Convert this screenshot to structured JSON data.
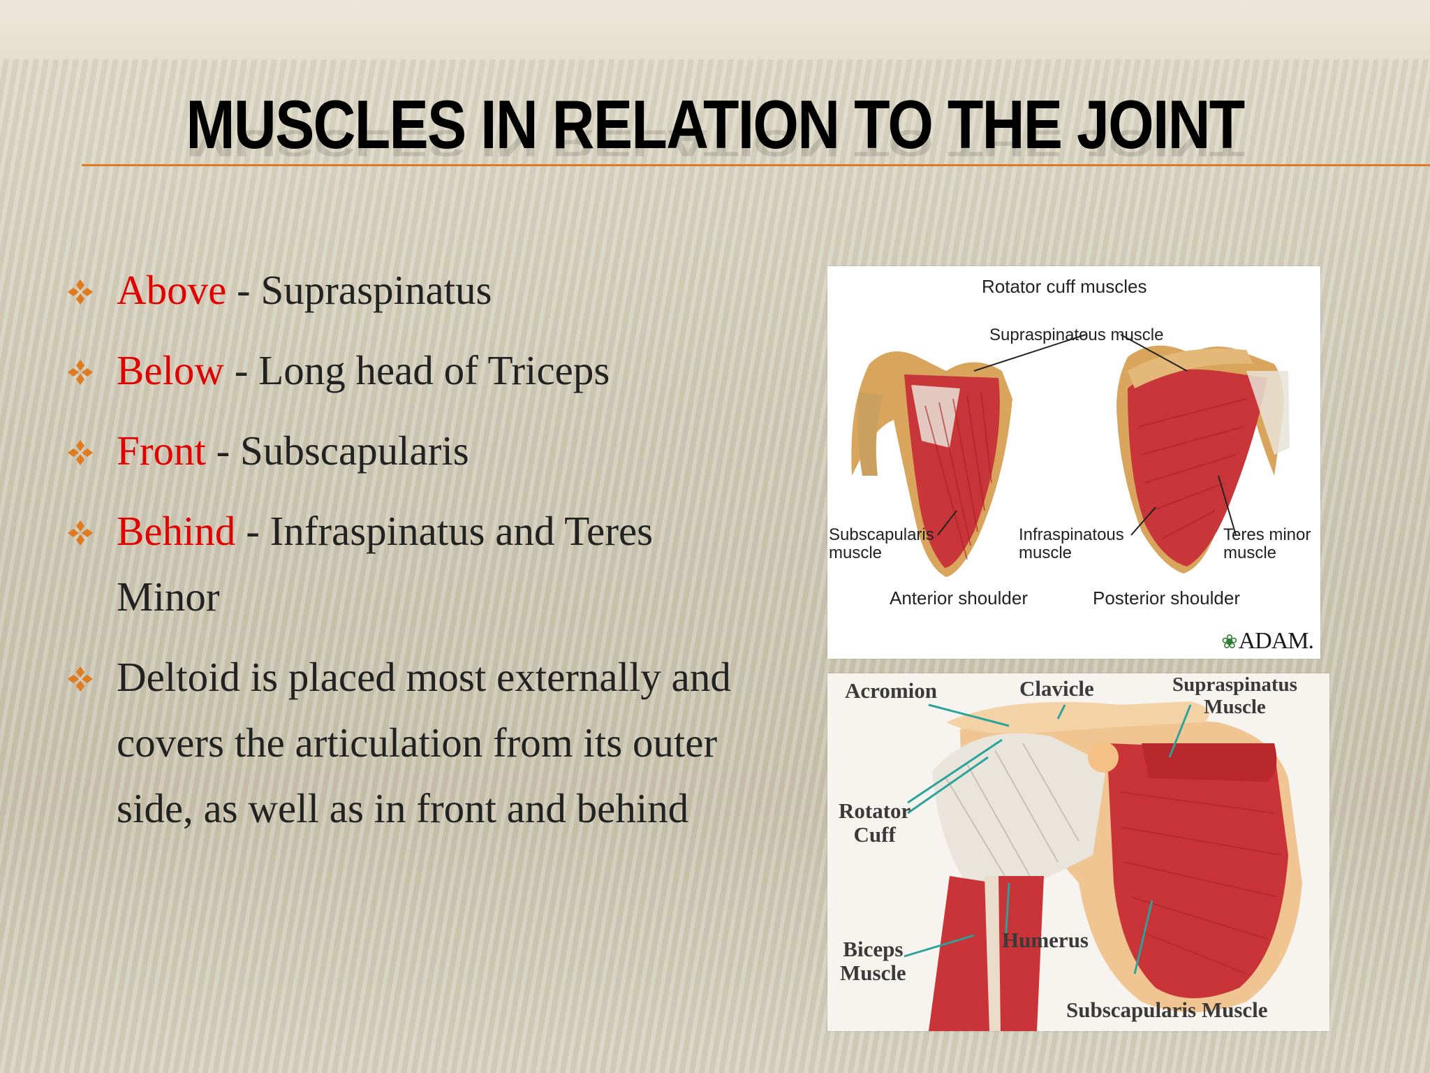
{
  "slide": {
    "title": "MUSCLES IN RELATION TO THE JOINT",
    "bullets": [
      {
        "label": "Above",
        "text": " - Supraspinatus"
      },
      {
        "label": "Below",
        "text": " - Long head of Triceps"
      },
      {
        "label": "Front",
        "text": " - Subscapularis"
      },
      {
        "label": "Behind",
        "text": " - Infraspinatus and Teres Minor"
      },
      {
        "label": "",
        "text": "Deltoid  is placed most externally and covers the articulation from its outer side, as well as in front and behind"
      }
    ]
  },
  "figure_top": {
    "title": "Rotator cuff muscles",
    "labels": {
      "supraspinatous": "Supraspinatous muscle",
      "subscapularis": "Subscapularis\nmuscle",
      "infraspinatous": "Infraspinatous\nmuscle",
      "teres_minor": "Teres minor\nmuscle",
      "anterior": "Anterior shoulder",
      "posterior": "Posterior shoulder"
    },
    "logo": "ADAM."
  },
  "figure_bottom": {
    "labels": {
      "acromion": "Acromion",
      "clavicle": "Clavicle",
      "supraspinatus": "Supraspinatus\nMuscle",
      "rotator_cuff": "Rotator\nCuff",
      "biceps": "Biceps\nMuscle",
      "humerus": "Humerus",
      "subscapularis": "Subscapularis Muscle"
    }
  },
  "colors": {
    "title_rule": "#e07a1e",
    "bullet_mark": "#e07a1e",
    "keyword": "#e00000",
    "body_text": "#222222"
  }
}
